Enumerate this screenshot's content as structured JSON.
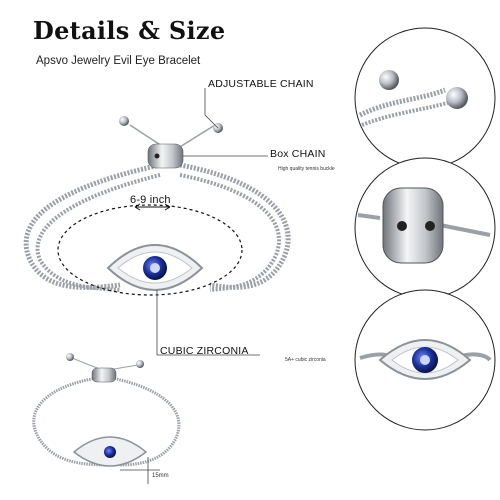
{
  "header": {
    "title": "Details & Size",
    "subtitle": "Apsvo Jewelry Evil Eye Bracelet"
  },
  "callouts": {
    "adjustable_chain": "ADJUSTABLE CHAIN",
    "box_chain": "Box CHAIN",
    "box_chain_note": "High quality tennis buckle",
    "size": "6-9 inch",
    "zirconia": "CUBIC ZIRCONIA",
    "zirconia_note": "5A+ cubic zirconia",
    "eye_width": "15mm"
  },
  "colors": {
    "metal": "#b8bcc2",
    "metal_dark": "#6f747a",
    "stone_blue": "#1a2f9a",
    "line": "#444444"
  }
}
